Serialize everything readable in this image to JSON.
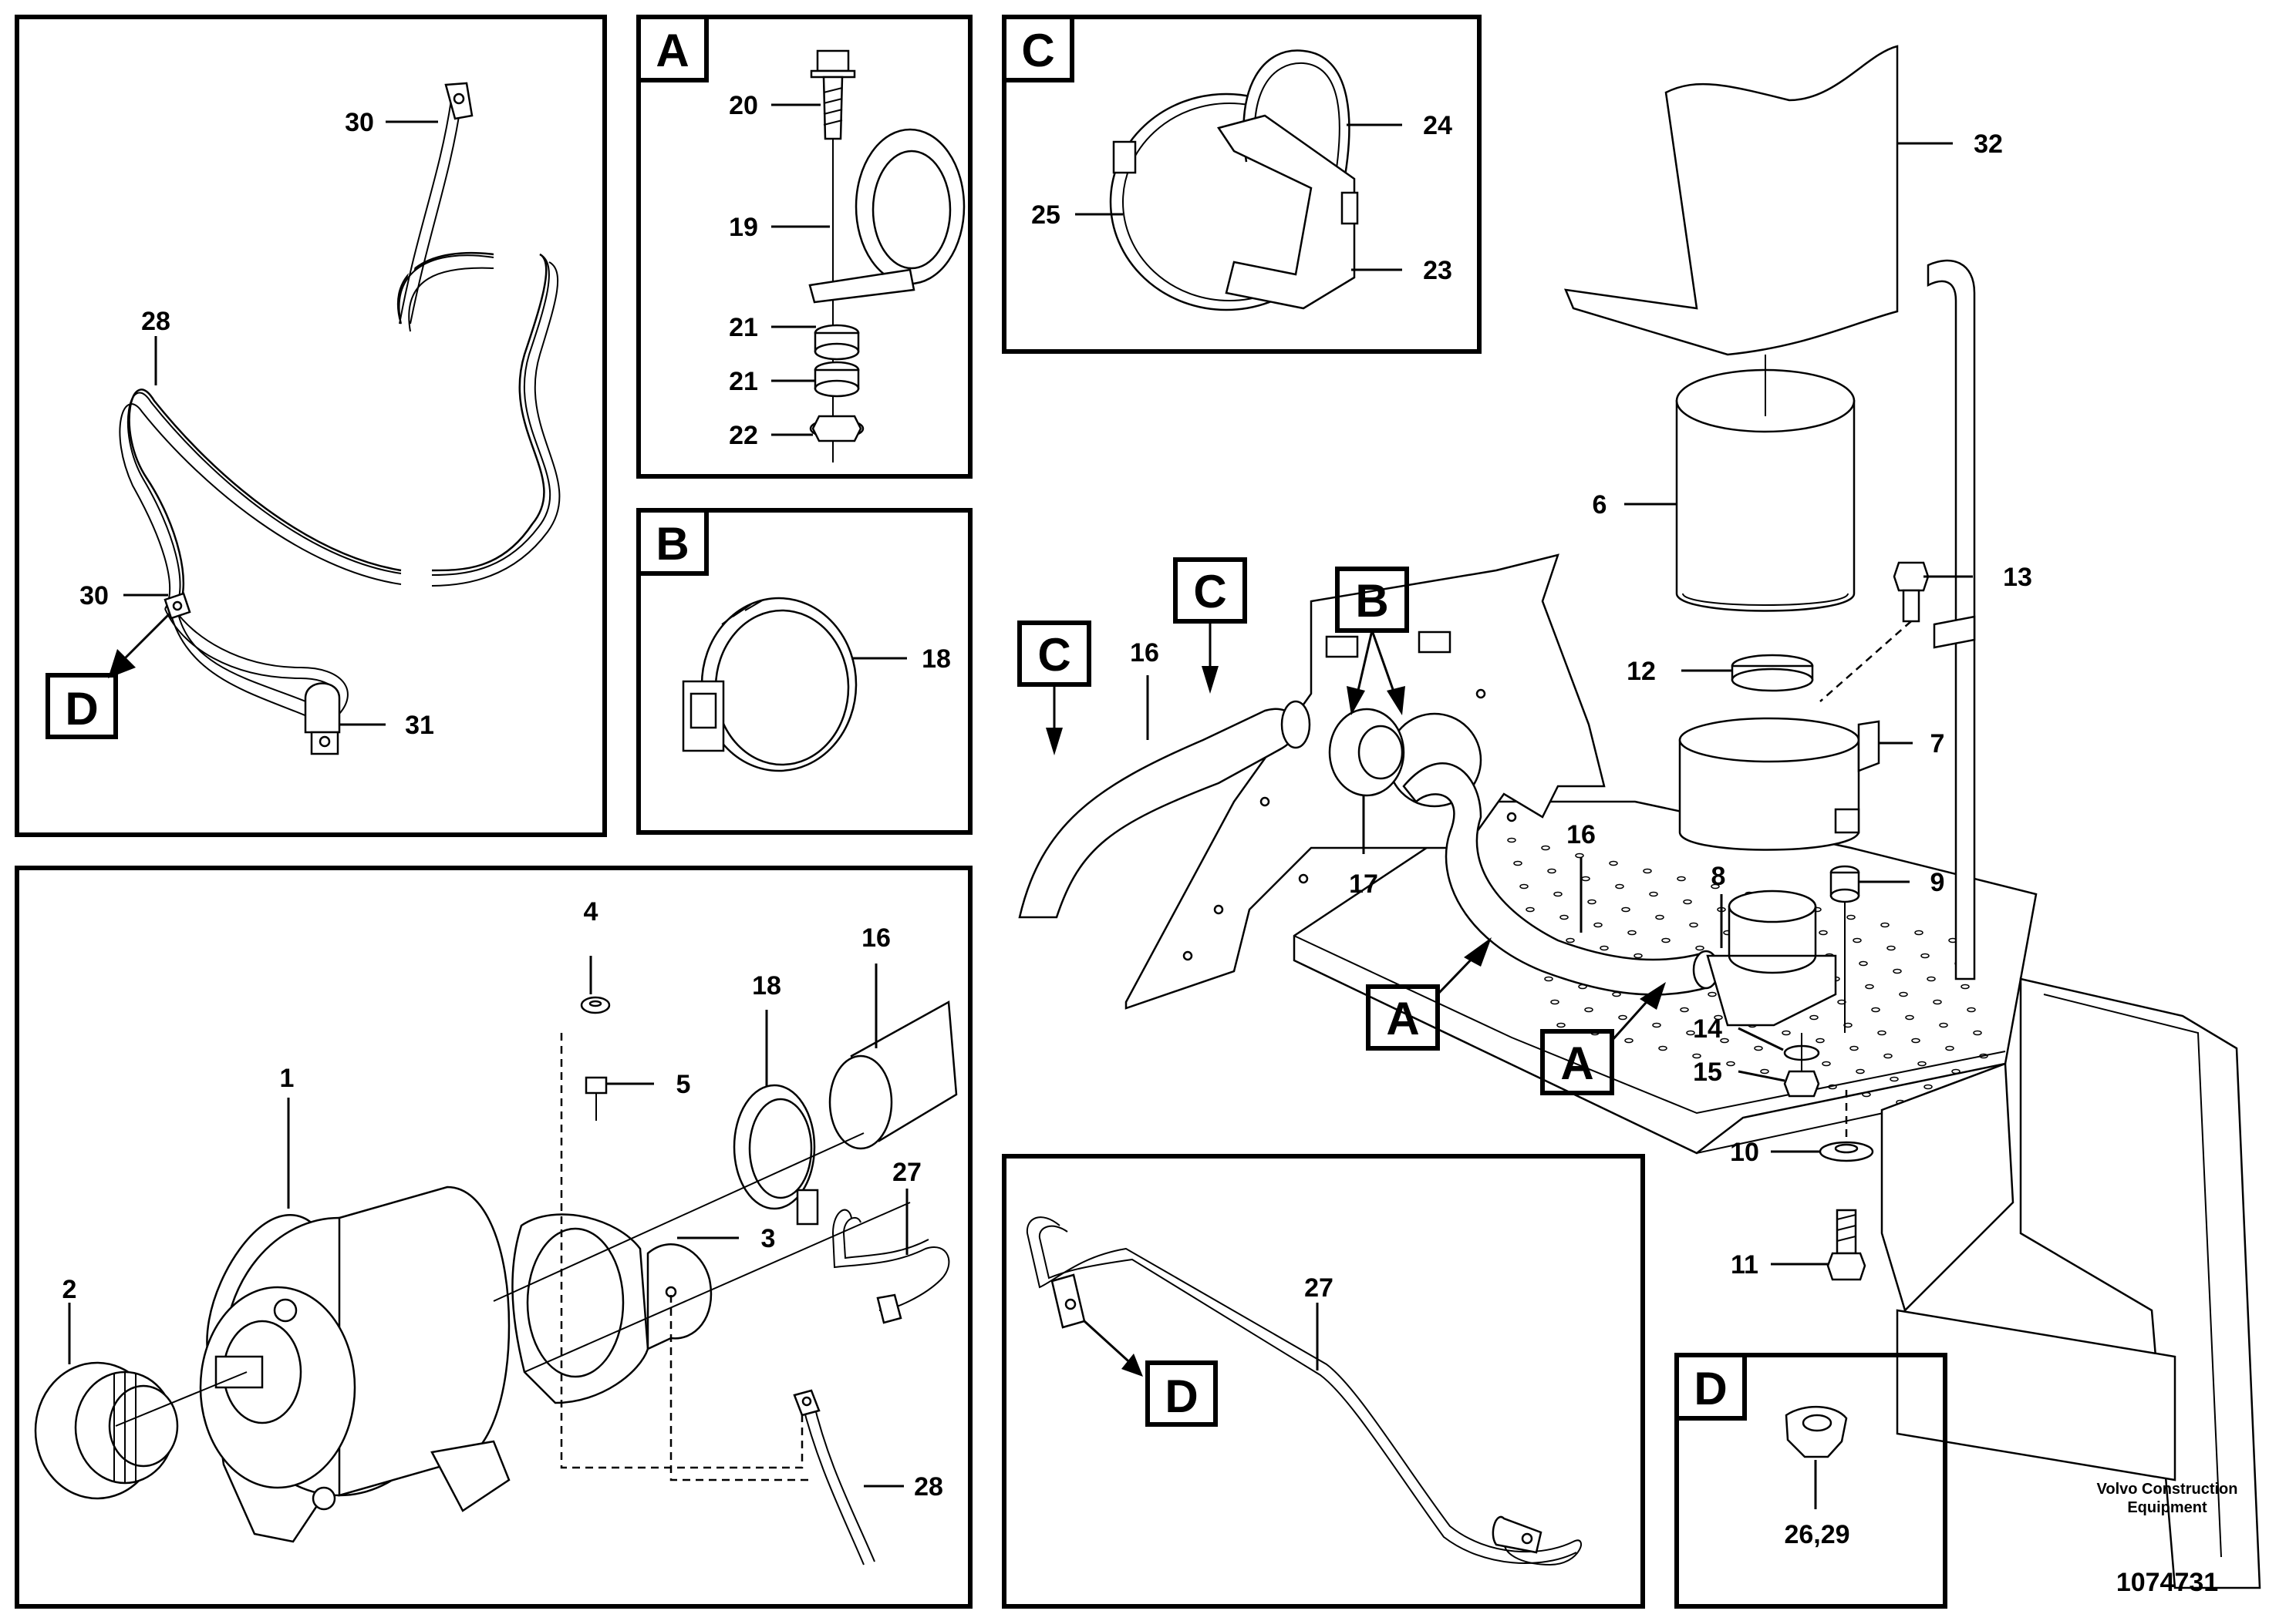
{
  "panels": {
    "top_left": {
      "callouts": {
        "c30a": "30",
        "c28": "28",
        "c30b": "30",
        "c31": "31",
        "viewD": "D"
      }
    },
    "A": {
      "title": "A",
      "callouts": {
        "c20": "20",
        "c19": "19",
        "c21a": "21",
        "c21b": "21",
        "c22": "22"
      }
    },
    "B": {
      "title": "B",
      "callouts": {
        "c18": "18"
      }
    },
    "C": {
      "title": "C",
      "callouts": {
        "c24": "24",
        "c25": "25",
        "c23": "23"
      }
    },
    "alternator": {
      "callouts": {
        "c4": "4",
        "c5": "5",
        "c18": "18",
        "c16": "16",
        "c1": "1",
        "c27": "27",
        "c3": "3",
        "c2": "2",
        "c28": "28"
      }
    },
    "cable27": {
      "callouts": {
        "c27": "27",
        "viewD": "D"
      }
    },
    "D": {
      "title": "D",
      "callouts": {
        "c2629": "26,29"
      }
    }
  },
  "main": {
    "callouts": {
      "c32": "32",
      "c6": "6",
      "c13": "13",
      "c12": "12",
      "c7": "7",
      "c9": "9",
      "c8": "8",
      "c14": "14",
      "c15": "15",
      "c10": "10",
      "c11": "11",
      "c16a": "16",
      "c16b": "16",
      "c17": "17"
    },
    "views": {
      "C1": "C",
      "C2": "C",
      "B": "B",
      "A1": "A",
      "A2": "A"
    }
  },
  "footer": {
    "line1": "Volvo Construction",
    "line2": "Equipment",
    "doc_number": "1074731"
  }
}
